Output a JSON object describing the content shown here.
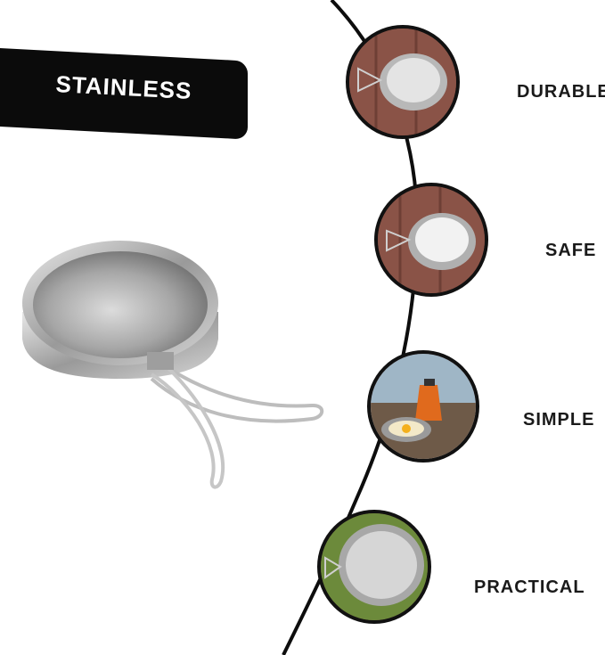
{
  "badge": {
    "text": "STAINLESS"
  },
  "features": [
    {
      "label": "DURABLE",
      "icon": "pan-on-wood-icon"
    },
    {
      "label": "SAFE",
      "icon": "pan-lid-on-wood-icon"
    },
    {
      "label": "SIMPLE",
      "icon": "outdoor-cooking-icon"
    },
    {
      "label": "PRACTICAL",
      "icon": "pan-on-grass-icon"
    }
  ],
  "colors": {
    "badge_bg": "#0b0b0b",
    "badge_text": "#ffffff",
    "label_text": "#1a1a1a",
    "wood": "#8a5347"
  }
}
